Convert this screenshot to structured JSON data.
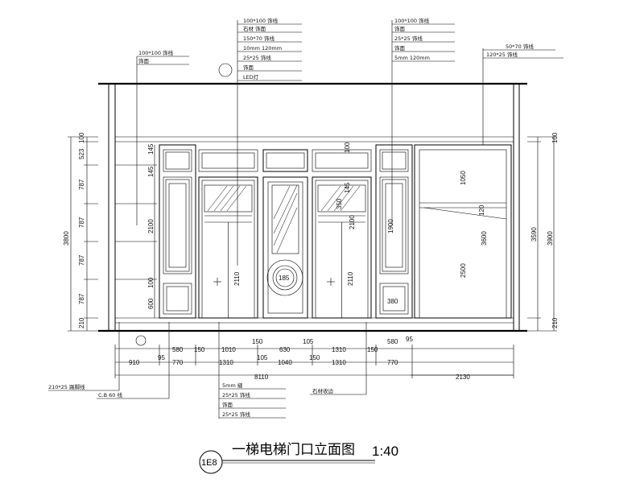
{
  "title": {
    "tag": "1E8",
    "text": "一梯电梯门口立面图",
    "scale": "1:40"
  },
  "notes_top_left": {
    "material": "100*100    饰线",
    "finish": "    饰面"
  },
  "notes_top_center": [
    "100*100 饰线",
    "石材 饰面",
    "150*70    饰线",
    "10mm     120mm",
    "25*25    饰线",
    "    饰面",
    "LED灯"
  ],
  "notes_top_center_tag": "    ",
  "notes_top_right": [
    "100*100    饰线",
    "    饰面",
    "25*25    饰线",
    "    饰面",
    "5mm    120mm"
  ],
  "notes_far_right": [
    "50*70    饰线",
    "120*25    饰线"
  ],
  "notes_bottom_left": [
    "210*25    踢脚线",
    "C.B   60    线"
  ],
  "notes_bottom_center": [
    "5mm    缝",
    "25*25    饰线",
    "    饰面",
    "25*25    饰线"
  ],
  "notes_bottom_right": "    石材收边",
  "left_dims": [
    "100",
    "523",
    "787",
    "787",
    "787",
    "787",
    "210"
  ],
  "left_total": "3800",
  "right_dims": [
    "100",
    "3590",
    "210"
  ],
  "right_total": "3900",
  "inner_vertical": [
    "145",
    "145",
    "2100",
    "100",
    "600",
    "2110",
    "2110",
    "1050",
    "2500",
    "3600",
    "1900",
    "100",
    "380",
    "100",
    "145",
    "350",
    "2100"
  ],
  "dim_row1": [
    "95",
    "580",
    "150",
    "1010",
    "150",
    "105",
    "630",
    "105",
    "150",
    "1310",
    "150",
    "580",
    "95"
  ],
  "dim_row2": [
    "910",
    "770",
    "1310",
    "1040",
    "1310",
    "770"
  ],
  "dim_total": "8110",
  "dim_right": "2130",
  "circle_label": "185",
  "small_circle_label": "380",
  "column_marks": [
    "120"
  ]
}
